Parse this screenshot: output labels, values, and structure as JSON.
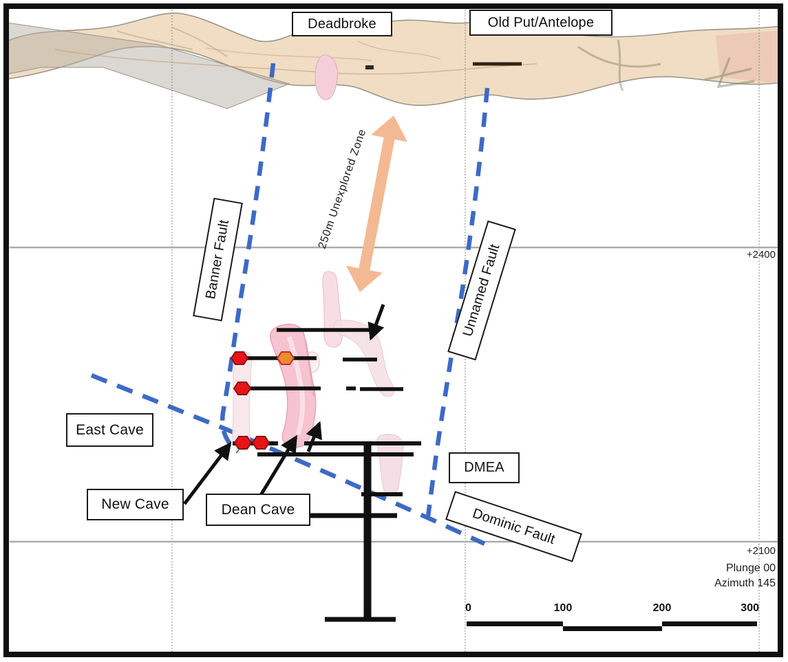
{
  "diagram": {
    "surface_labels": {
      "deadbroke": "Deadbroke",
      "old_put_antelope": "Old Put/Antelope"
    },
    "faults": {
      "banner": "Banner Fault",
      "unnamed": "Unnamed Fault",
      "dominic": "Dominic Fault"
    },
    "zones": {
      "unexplored": "250m Unexplored Zone"
    },
    "features": {
      "east_cave": "East Cave",
      "new_cave": "New Cave",
      "dean_cave": "Dean Cave",
      "dmea": "DMEA"
    },
    "elevation_lines": {
      "upper": "+2400",
      "lower": "+2100"
    },
    "view": {
      "plunge": "Plunge 00",
      "azimuth": "Azimuth 145"
    },
    "scale_bar": {
      "tick_0": "0",
      "tick_100": "100",
      "tick_200": "200",
      "tick_300": "300"
    },
    "colors": {
      "fault_line_blue": "#3D6AC7",
      "unexplored_arrow_orange": "#F2B58D",
      "ore_body_pink": "#F6C3D0",
      "marker_red": "#E81416",
      "marker_orange": "#EC8C32",
      "surface_band_tan": "#EDD5B6",
      "gridline_gray": "#ABABAB"
    }
  }
}
